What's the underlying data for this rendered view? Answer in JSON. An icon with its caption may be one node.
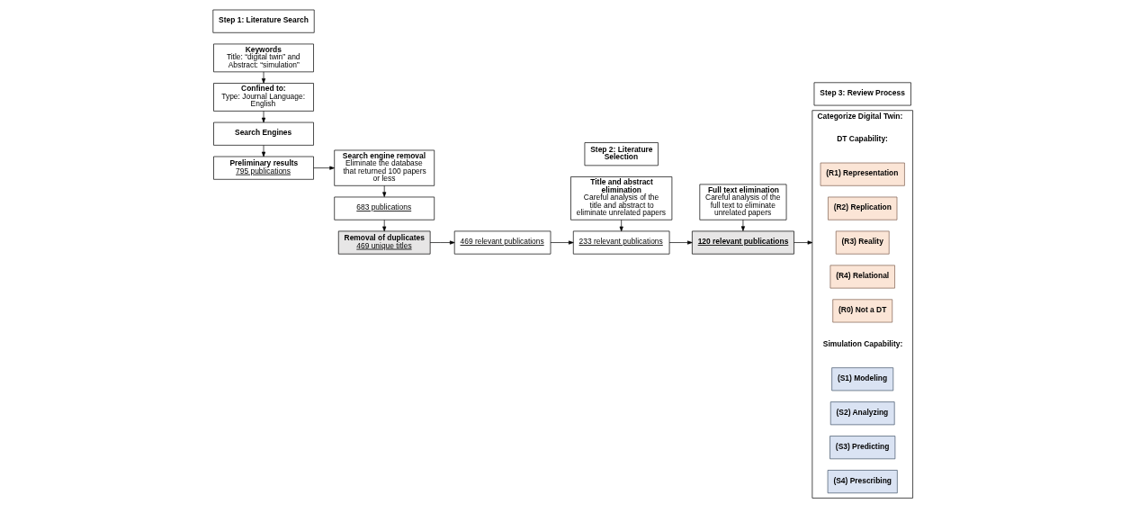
{
  "diagram": {
    "nodes": [
      {
        "text": [
          "Step 1: Literature Search"
        ]
      },
      {
        "text": [
          "Step 2: Literature Selection"
        ]
      },
      {
        "text": [
          "Step 3: Review Process"
        ]
      },
      {
        "text": [
          "Keywords",
          "Title: “digital twin” and Abstract: “simulation”"
        ]
      },
      {
        "text": [
          "Confined to:",
          "Type: Journal Language: English"
        ]
      },
      {
        "text": [
          "Search Engines"
        ]
      },
      {
        "text": [
          "Preliminary results",
          "795 publications"
        ]
      },
      {
        "text": [
          "Search engine removal",
          "Eliminate the database that returned 100 papers or less"
        ]
      },
      {
        "text": [
          "683 publications"
        ]
      },
      {
        "text": [
          "Removal of duplicates",
          "469 unique titles"
        ]
      },
      {
        "text": [
          "469 relevant publications"
        ]
      },
      {
        "text": [
          "Title and abstract elimination",
          "Careful analysis of the title and abstract to eliminate unrelated papers"
        ]
      },
      {
        "text": [
          "233 relevant publications"
        ]
      },
      {
        "text": [
          "Full text elimination",
          "Careful analysis of the full text to eliminate unrelated papers"
        ]
      },
      {
        "text": [
          "120 relevant publications"
        ]
      },
      {
        "text": [
          "Categorize Digital Twin:",
          "DT Capability:",
          "Simulation Capability:"
        ]
      },
      {
        "text": [
          "(R1) Representation"
        ],
        "in": 15
      },
      {
        "text": [
          "(R2) Replication"
        ],
        "in": 15
      },
      {
        "text": [
          "(R3) Reality"
        ],
        "in": 15
      },
      {
        "text": [
          "(R4) Relational"
        ],
        "in": 15
      },
      {
        "text": [
          "(R0) Not a DT"
        ],
        "in": 15
      },
      {
        "text": [
          "(S1) Modeling"
        ],
        "in": 15
      },
      {
        "text": [
          "(S2) Analyzing"
        ],
        "in": 15
      },
      {
        "text": [
          "(S3) Predicting"
        ],
        "in": 15
      },
      {
        "text": [
          "(S4) Prescribing"
        ],
        "in": 15
      }
    ],
    "edges": [
      {
        "from": 3,
        "to": 4,
        "arrow": "to"
      },
      {
        "from": 4,
        "to": 5,
        "arrow": "to"
      },
      {
        "from": 5,
        "to": 6,
        "arrow": "to"
      },
      {
        "from": 6,
        "to": 7,
        "arrow": "to"
      },
      {
        "from": 7,
        "to": 8,
        "arrow": "to"
      },
      {
        "from": 8,
        "to": 9,
        "arrow": "to"
      },
      {
        "from": 9,
        "to": 10,
        "arrow": "to"
      },
      {
        "from": 10,
        "to": 12,
        "arrow": "to"
      },
      {
        "from": 11,
        "to": 12,
        "arrow": "to"
      },
      {
        "from": 12,
        "to": 14,
        "arrow": "to"
      },
      {
        "from": 13,
        "to": 14,
        "arrow": "to"
      },
      {
        "from": 14,
        "to": 15,
        "arrow": "to"
      }
    ]
  }
}
